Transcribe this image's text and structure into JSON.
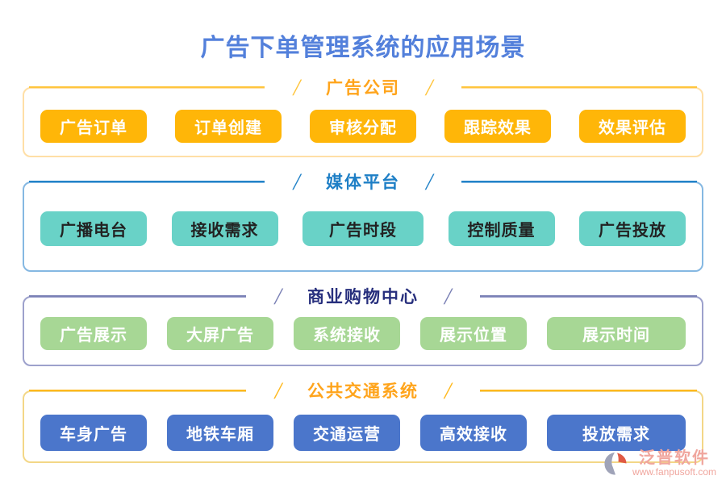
{
  "page": {
    "title": "广告下单管理系统的应用场景",
    "title_color": "#5380db",
    "background": "#ffffff"
  },
  "decorations": {
    "slash": "/"
  },
  "sections": [
    {
      "name": "advertising-company",
      "title": "广告公司",
      "colors": {
        "line": "#ffc53d",
        "border": "#ffdfa6",
        "title": "#ffa41b",
        "button": "#ffb608",
        "button_text": "#ffffff"
      },
      "buttons": [
        "广告订单",
        "订单创建",
        "审核分配",
        "跟踪效果",
        "效果评估"
      ]
    },
    {
      "name": "media-platform",
      "title": "媒体平台",
      "colors": {
        "line": "#2383c8",
        "border": "#85b8e2",
        "title": "#1e7fc6",
        "button": "#69d2c7",
        "button_text": "#222222"
      },
      "buttons": [
        "广播电台",
        "接收需求",
        "广告时段",
        "控制质量",
        "广告投放"
      ]
    },
    {
      "name": "shopping-center",
      "title": "商业购物中心",
      "colors": {
        "line": "#7a80b5",
        "border": "#9da1cc",
        "title": "#272f7d",
        "button": "#a7d795",
        "button_text": "#ffffff"
      },
      "buttons": [
        "广告展示",
        "大屏广告",
        "系统接收",
        "展示位置",
        "展示时间"
      ]
    },
    {
      "name": "public-transport",
      "title": "公共交通系统",
      "colors": {
        "line": "#ffb91e",
        "border": "#f3d787",
        "title": "#ffa41b",
        "button": "#4b76cb",
        "button_text": "#ffffff"
      },
      "buttons": [
        "车身广告",
        "地铁车厢",
        "交通运营",
        "高效接收",
        "投放需求"
      ]
    }
  ],
  "watermark": {
    "brand": "泛普软件",
    "url": "www.fanpusoft.com",
    "text_color": "#f0a69e",
    "logo_gray": "#9fa3b8",
    "logo_red": "#e05a44"
  }
}
